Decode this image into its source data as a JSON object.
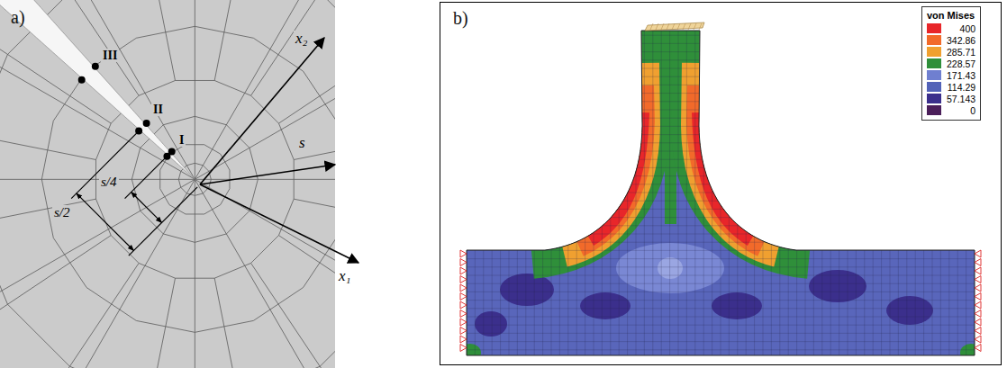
{
  "diagram": {
    "nodes": [
      {
        "text": [
          "a)"
        ]
      },
      {
        "text": [
          "b)"
        ]
      },
      {
        "text": [
          "von Mises"
        ],
        "in": 1
      }
    ],
    "labels": [
      "III",
      "II",
      "I",
      "x₂",
      "s",
      "x₁",
      "s/4",
      "s/2"
    ],
    "legend": [
      {
        "text": "400",
        "color": "#e8262a"
      },
      {
        "text": "342.86",
        "color": "#f26a2a"
      },
      {
        "text": "285.71",
        "color": "#f0a030"
      },
      {
        "text": "228.57",
        "color": "#2f8f3a"
      },
      {
        "text": "171.43",
        "color": "#6f7fd0"
      },
      {
        "text": "114.29",
        "color": "#5262b8"
      },
      {
        "text": "57.143",
        "color": "#3b2f8c"
      },
      {
        "text": "0",
        "color": "#4b1f5a"
      }
    ]
  }
}
